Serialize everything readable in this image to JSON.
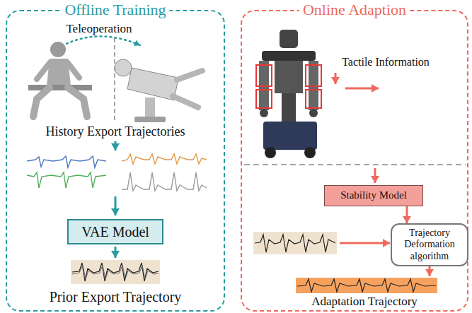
{
  "diagram": {
    "nodes": [
      {
        "text": [
          "Offline Training"
        ]
      },
      {
        "text": [
          "VAE Model"
        ],
        "in": 0
      },
      {
        "text": [
          "Online Adaption"
        ]
      },
      {
        "text": [
          "Stability Model"
        ],
        "in": 2
      },
      {
        "text": [
          "Trajectory Deformation algorithm"
        ],
        "in": 2
      }
    ],
    "edges": [
      {
        "from": 3,
        "to": 4,
        "arrow": "to"
      }
    ],
    "labels": [
      "Teleoperation",
      "History Export Trajectories",
      "Prior Export Trajectory",
      "Tactile Information",
      "Adaptation Trajectory"
    ]
  }
}
